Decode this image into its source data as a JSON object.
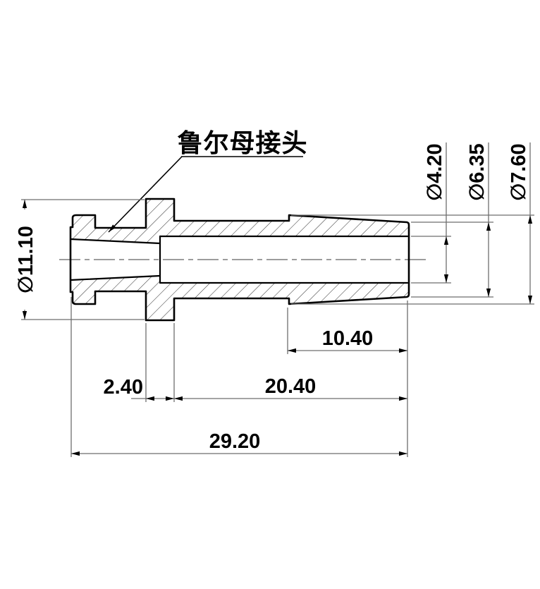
{
  "title_callout": {
    "label": "鲁尔母接头"
  },
  "dimensions": {
    "flange_od": "∅11.10",
    "lumen_id": "∅4.20",
    "tip_od": "∅6.35",
    "barb_od": "∅7.60",
    "barb_length": "10.40",
    "collar_width": "2.40",
    "body_length": "20.40",
    "overall_length": "29.20"
  },
  "colors": {
    "outline": "#000000",
    "dimension_lines": "#6e6e6e",
    "hatch": "#3d3d3d",
    "text": "#000000",
    "background": "#ffffff"
  }
}
